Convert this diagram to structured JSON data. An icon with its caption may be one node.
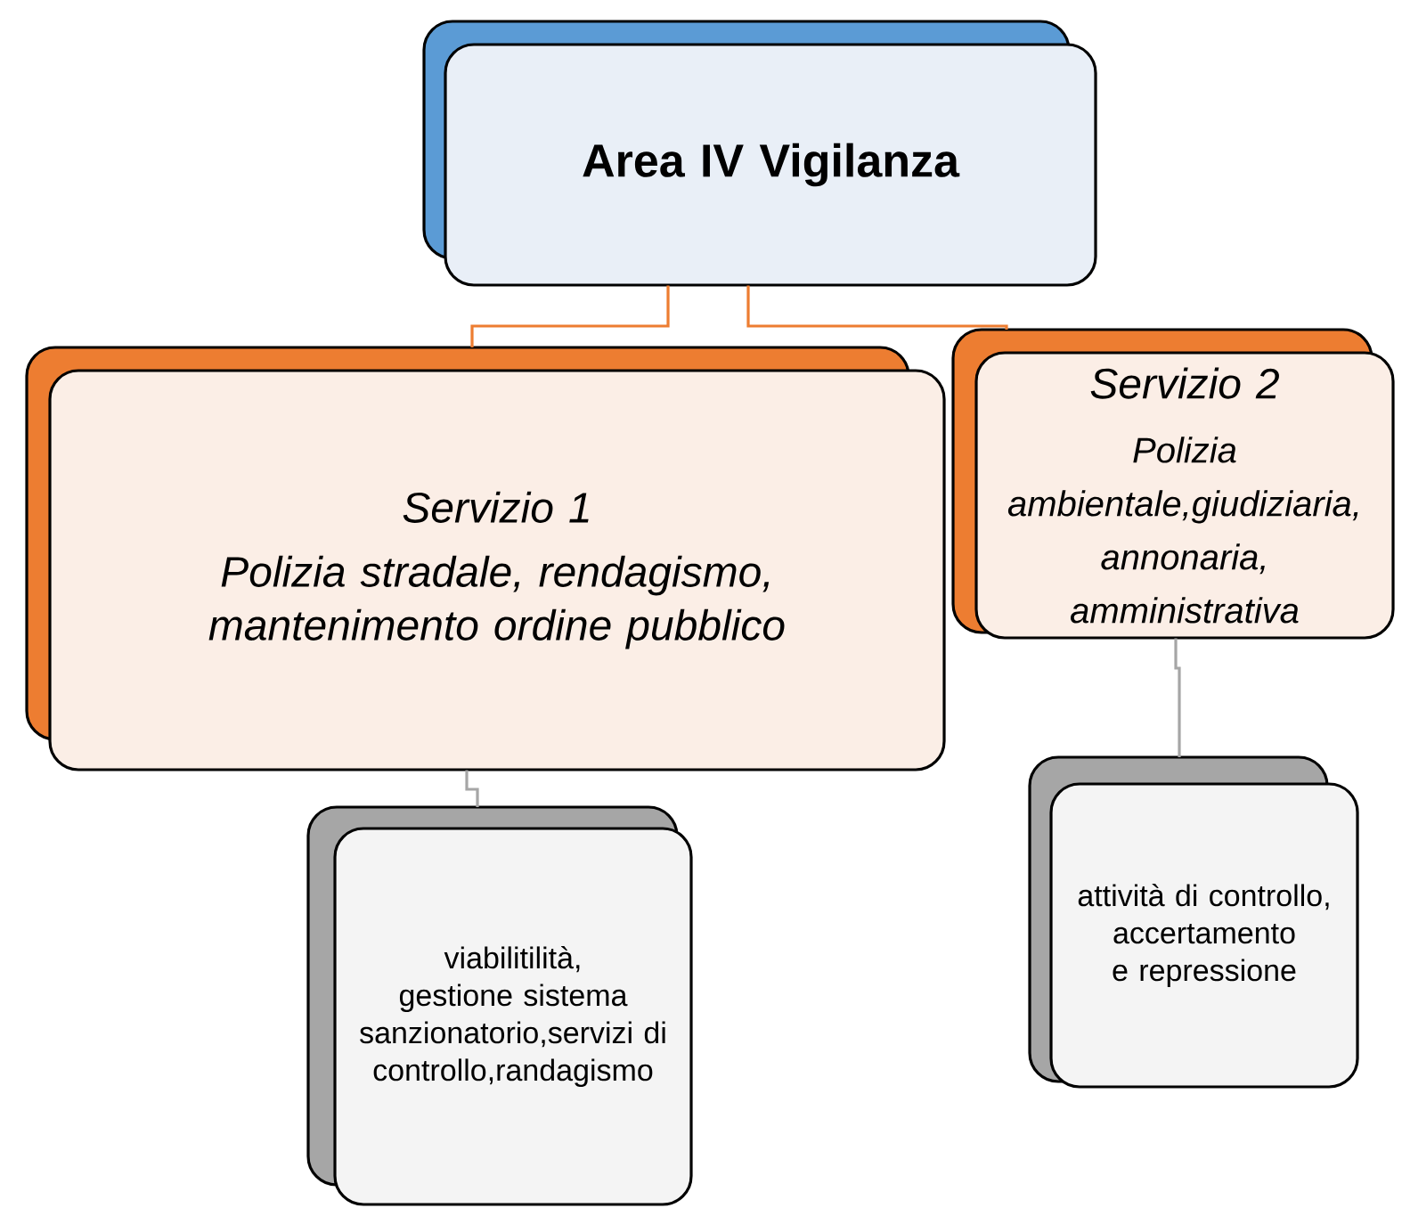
{
  "diagram": {
    "nodes": [
      {
        "text": [
          "Area IV Vigilanza"
        ]
      },
      {
        "text": [
          "Servizio 1",
          "Polizia stradale, rendagismo, mantenimento ordine pubblico"
        ]
      },
      {
        "text": [
          "Servizio 2",
          "Polizia ambientale,giudiziaria, annonaria, amministrativa"
        ]
      },
      {
        "text": [
          "viabilitilità, gestione sistema sanzionatorio,servizi di controllo,randagismo"
        ]
      },
      {
        "text": [
          "attività di controllo, accertamento e repressione"
        ]
      }
    ],
    "edges": [
      {
        "from": 0,
        "to": 1,
        "arrow": "none"
      },
      {
        "from": 0,
        "to": 2,
        "arrow": "none"
      },
      {
        "from": 1,
        "to": 3,
        "arrow": "none",
        "color": "#a6a6a6"
      },
      {
        "from": 2,
        "to": 4,
        "arrow": "none",
        "color": "#a6a6a6"
      }
    ]
  }
}
